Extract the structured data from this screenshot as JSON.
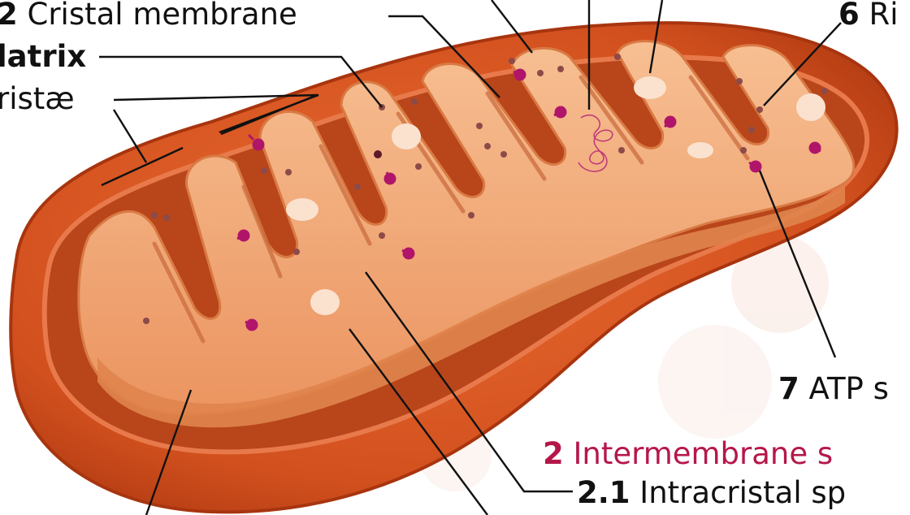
{
  "colors": {
    "outer_membrane": "#d2501e",
    "outer_membrane_dark": "#a8350f",
    "inner_space": "#b8461a",
    "matrix": "#f0a070",
    "matrix_light": "#f6b98c",
    "cristae_edge": "#e08a56",
    "dots": "#8c4a48",
    "synthase": "#b0156a",
    "leader_line": "#111111",
    "accent_red_label": "#b5174a"
  },
  "labels": {
    "cristal_membrane": {
      "num": "2",
      "text": " Cristal membrane"
    },
    "matrix": {
      "num": "",
      "text": "latrix"
    },
    "cristae": {
      "num": "",
      "text": "ristæ"
    },
    "ribosome": {
      "num": "6",
      "text": " Ri"
    },
    "atp_synthase": {
      "num": "7",
      "text": " ATP s"
    },
    "intermembrane": {
      "num": "2",
      "text": " Intermembrane s"
    },
    "intracristal": {
      "num": "2.1",
      "text": " Intracristal sp"
    }
  }
}
